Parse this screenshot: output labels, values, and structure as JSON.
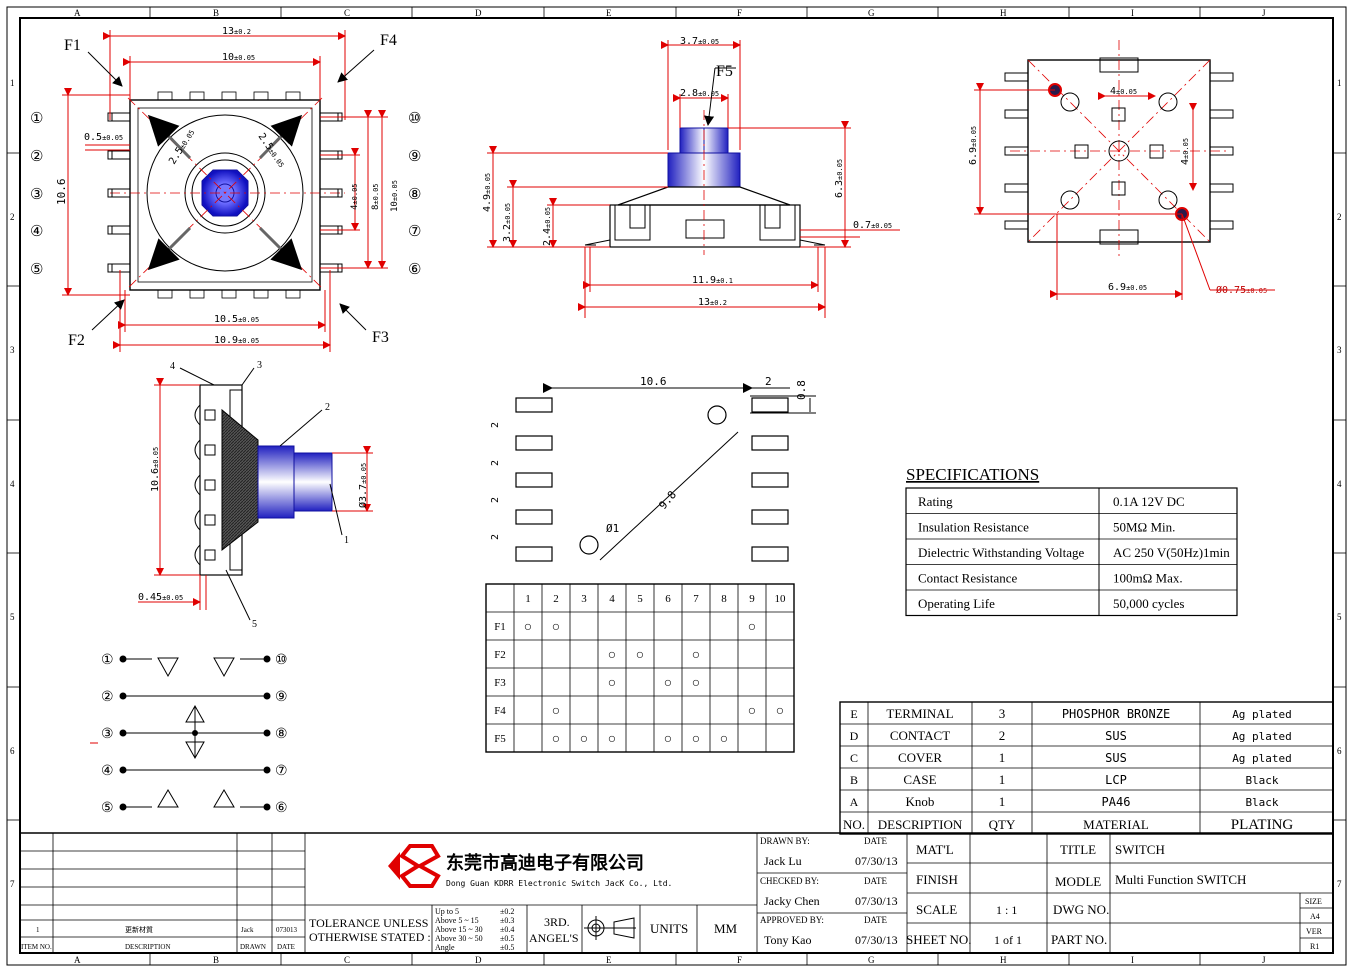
{
  "frame": {
    "columns": [
      "A",
      "B",
      "C",
      "D",
      "E",
      "F",
      "G",
      "H",
      "I",
      "J"
    ],
    "rows": [
      "1",
      "2",
      "3",
      "4",
      "5",
      "6",
      "7"
    ]
  },
  "top_view": {
    "callouts": [
      "F1",
      "F2",
      "F3",
      "F4"
    ],
    "dims": {
      "top_width": "13",
      "top_width_tol": "±0.2",
      "inner_width": "10",
      "inner_width_tol": "±0.05",
      "pitch": "0.5",
      "pitch_tol": "±0.05",
      "diag_a": "2.5",
      "diag_a_tol": "±0.05",
      "diag_b": "2.5",
      "diag_b_tol": "±0.05",
      "height": "10.6",
      "bottom_a": "10.5",
      "bottom_a_tol": "±0.05",
      "bottom_b": "10.9",
      "bottom_b_tol": "±0.05",
      "r4": "4",
      "r4_tol": "±0.05",
      "r8": "8",
      "r8_tol": "±0.05",
      "r10": "10",
      "r10_tol": "±0.05"
    },
    "pins_left": [
      "①",
      "②",
      "③",
      "④",
      "⑤"
    ],
    "pins_right": [
      "⑩",
      "⑨",
      "⑧",
      "⑦",
      "⑥"
    ]
  },
  "front_view": {
    "callout": "F5",
    "dims": {
      "knob_w": "3.7",
      "knob_w_tol": "±0.05",
      "knob_inner": "2.8",
      "knob_inner_tol": "±0.05",
      "h1": "4.9",
      "h1_tol": "±0.05",
      "h2": "3.2",
      "h2_tol": "±0.05",
      "h3": "2.4",
      "h3_tol": "±0.05",
      "h4": "6.3",
      "h4_tol": "±0.05",
      "h5": "0.7",
      "h5_tol": "±0.05",
      "w1": "11.9",
      "w1_tol": "±0.1",
      "w2": "13",
      "w2_tol": "±0.2"
    }
  },
  "bottom_view": {
    "dims": {
      "a": "4",
      "a_tol": "±0.05",
      "b": "6.9",
      "b_tol": "±0.05",
      "c": "4",
      "c_tol": "±0.05",
      "d": "6.9",
      "d_tol": "±0.05",
      "hole": "Ø0.75",
      "hole_tol": "±0.05"
    }
  },
  "side_view": {
    "parts": [
      "1",
      "2",
      "3",
      "4",
      "5"
    ],
    "dims": {
      "h": "10.6",
      "h_tol": "±0.05",
      "dia": "Ø3.7",
      "dia_tol": "±0.05",
      "t": "0.45",
      "t_tol": "±0.05"
    }
  },
  "footprint": {
    "width": "10.6",
    "pad_w": "2",
    "pad_h": "0.8",
    "pitch": "2",
    "diag": "9.8",
    "hole": "Ø1"
  },
  "schematic": {
    "left": [
      "①",
      "②",
      "③",
      "④",
      "⑤"
    ],
    "right": [
      "⑩",
      "⑨",
      "⑧",
      "⑦",
      "⑥"
    ]
  },
  "truth_table": {
    "columns": [
      "1",
      "2",
      "3",
      "4",
      "5",
      "6",
      "7",
      "8",
      "9",
      "10"
    ],
    "rows": [
      {
        "label": "F1",
        "marks": [
          "○",
          "○",
          "",
          "",
          "",
          "",
          "",
          "",
          "○",
          ""
        ]
      },
      {
        "label": "F2",
        "marks": [
          "",
          "",
          "",
          "○",
          "○",
          "",
          "○",
          "",
          "",
          ""
        ]
      },
      {
        "label": "F3",
        "marks": [
          "",
          "",
          "",
          "○",
          "",
          "○",
          "○",
          "",
          "",
          ""
        ]
      },
      {
        "label": "F4",
        "marks": [
          "",
          "○",
          "",
          "",
          "",
          "",
          "",
          "",
          "○",
          "○"
        ]
      },
      {
        "label": "F5",
        "marks": [
          "",
          "○",
          "○",
          "○",
          "",
          "○",
          "○",
          "○",
          "",
          ""
        ]
      }
    ]
  },
  "specs": {
    "title": "SPECIFICATIONS",
    "rows": [
      {
        "name": "Rating",
        "value": "0.1A 12V DC"
      },
      {
        "name": "Insulation Resistance",
        "value": "50MΩ Min."
      },
      {
        "name": "Dielectric Withstanding Voltage",
        "value": "AC 250 V(50Hz)1min"
      },
      {
        "name": "Contact Resistance",
        "value": "100mΩ Max."
      },
      {
        "name": "Operating Life",
        "value": "50,000 cycles"
      }
    ]
  },
  "bom": {
    "rows": [
      {
        "no": "E",
        "desc": "TERMINAL",
        "qty": "3",
        "mat": "PHOSPHOR BRONZE",
        "plating": "Ag plated"
      },
      {
        "no": "D",
        "desc": "CONTACT",
        "qty": "2",
        "mat": "SUS",
        "plating": "Ag plated"
      },
      {
        "no": "C",
        "desc": "COVER",
        "qty": "1",
        "mat": "SUS",
        "plating": "Ag plated"
      },
      {
        "no": "B",
        "desc": "CASE",
        "qty": "1",
        "mat": "LCP",
        "plating": "Black"
      },
      {
        "no": "A",
        "desc": "Knob",
        "qty": "1",
        "mat": "PA46",
        "plating": "Black"
      }
    ],
    "header": {
      "no": "NO.",
      "desc": "DESCRIPTION",
      "qty": "QTY",
      "mat": "MATERIAL",
      "plating": "PLATING"
    }
  },
  "title_block": {
    "revision": {
      "item": "1",
      "desc": "更新材質",
      "drawn": "Jack",
      "date": "073013"
    },
    "rev_header": {
      "item": "ITEM NO.",
      "desc": "DESCRIPTION",
      "drawn": "DRAWN",
      "date": "DATE"
    },
    "company_cn": "东莞市高迪电子有限公司",
    "company_en": "Dong Guan KDRR  Electronic Switch JacK Co., Ltd.",
    "tolerance_label_1": "TOLERANCE UNLESS",
    "tolerance_label_2": "OTHERWISE STATED :",
    "tolerance_ranges": [
      "Up to 5",
      "Above 5 ~ 15",
      "Above 15 ~ 30",
      "Above 30 ~ 50",
      "Angle"
    ],
    "tolerance_values": [
      "±0.2",
      "±0.3",
      "±0.4",
      "±0.5",
      "±0.5"
    ],
    "projection_1": "3RD.",
    "projection_2": "ANGEL'S",
    "units_label": "UNITS",
    "units": "MM",
    "drawn_by_label": "DRAWN BY:",
    "drawn_by": "Jack  Lu",
    "checked_by_label": "CHECKED BY:",
    "checked_by": "Jacky Chen",
    "approved_by_label": "APPROVED BY:",
    "approved_by": "Tony Kao",
    "date_label": "DATE",
    "date": "07/30/13",
    "matl_label": "MAT'L",
    "finish_label": "FINISH",
    "scale_label": "SCALE",
    "scale": "1 : 1",
    "sheet_label": "SHEET NO.",
    "sheet": "1 of 1",
    "title_label": "TITLE",
    "title": "SWITCH",
    "model_label": "MODLE",
    "model": "Multi Function  SWITCH",
    "dwg_label": "DWG NO.",
    "part_label": "PART NO.",
    "size_label": "SIZE",
    "size": "A4",
    "ver_label": "VER",
    "ver": "R1"
  }
}
